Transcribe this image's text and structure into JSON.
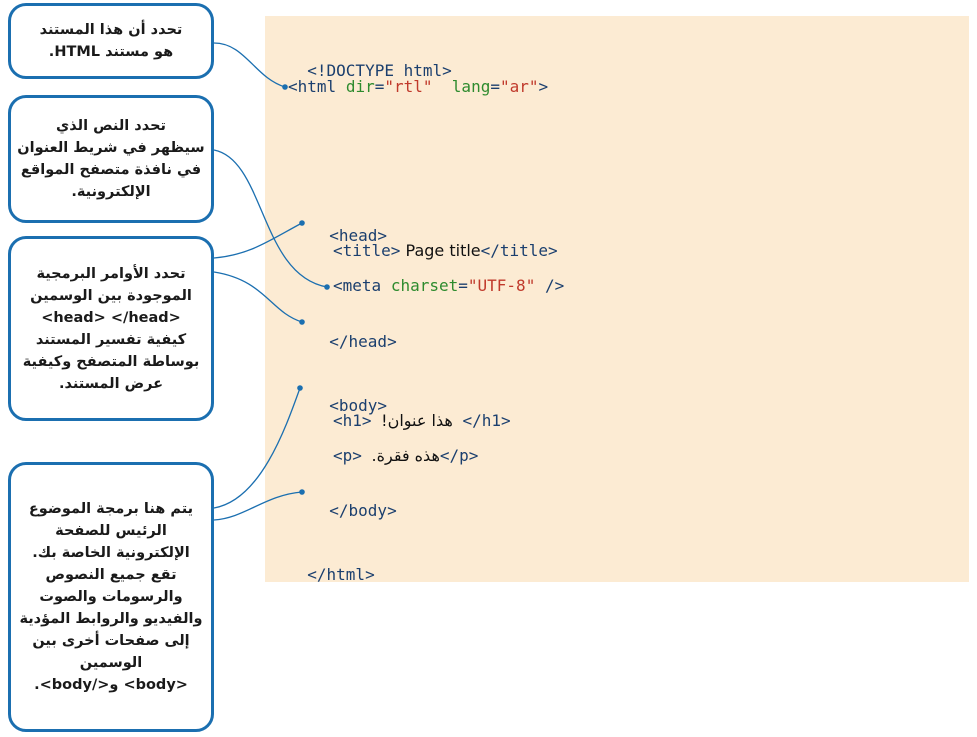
{
  "callouts": [
    {
      "lines": [
        "تحدد أن هذا المستند",
        "هو مستند HTML."
      ]
    },
    {
      "lines": [
        "تحدد النص الذي",
        "سيظهر في شريط العنوان",
        "في نافذة متصفح المواقع",
        "الإلكترونية."
      ]
    },
    {
      "lines": [
        "تحدد الأوامر البرمجية",
        "الموجودة بين الوسمين",
        "<head> </head>",
        "كيفية تفسير المستند",
        "بوساطة المتصفح وكيفية",
        "عرض المستند."
      ]
    },
    {
      "lines": [
        "يتم هنا برمجة الموضوع",
        "الرئيس للصفحة",
        "الإلكترونية الخاصة بك.",
        "تقع جميع النصوص",
        "والرسومات والصوت",
        "والفيديو والروابط المؤدية",
        "إلى صفحات أخرى بين",
        "الوسمين",
        "<body> و</body>."
      ]
    }
  ],
  "code": {
    "doctype": "<!DOCTYPE html>",
    "html_open": "<html",
    "dir_attr": "dir",
    "dir_val": "\"rtl\"",
    "lang_attr": "lang",
    "lang_val": "\"ar\"",
    "html_close_bracket": ">",
    "head_open": "<head>",
    "title_open": "<title>",
    "title_text": " Page title",
    "title_close": "</title>",
    "meta_open": "<meta",
    "charset_attr": "charset",
    "charset_val": "\"UTF-8\"",
    "meta_close": " />",
    "head_close": "</head>",
    "body_open": "<body>",
    "h1_left": "<h1>",
    "h1_text": "هذا عنوان!",
    "h1_right": "</h1>",
    "p_left": "<p>",
    "p_text": "هذه فقرة.",
    "p_right": "</p>",
    "body_close": "</body>",
    "html_close": "</html>"
  },
  "colors": {
    "callout_border": "#1b6fb0",
    "panel_bg": "#fcebd3",
    "tag": "#1b3f6e",
    "attribute": "#2e8b2e",
    "value": "#c0392b",
    "connector": "#1b6fb0"
  }
}
